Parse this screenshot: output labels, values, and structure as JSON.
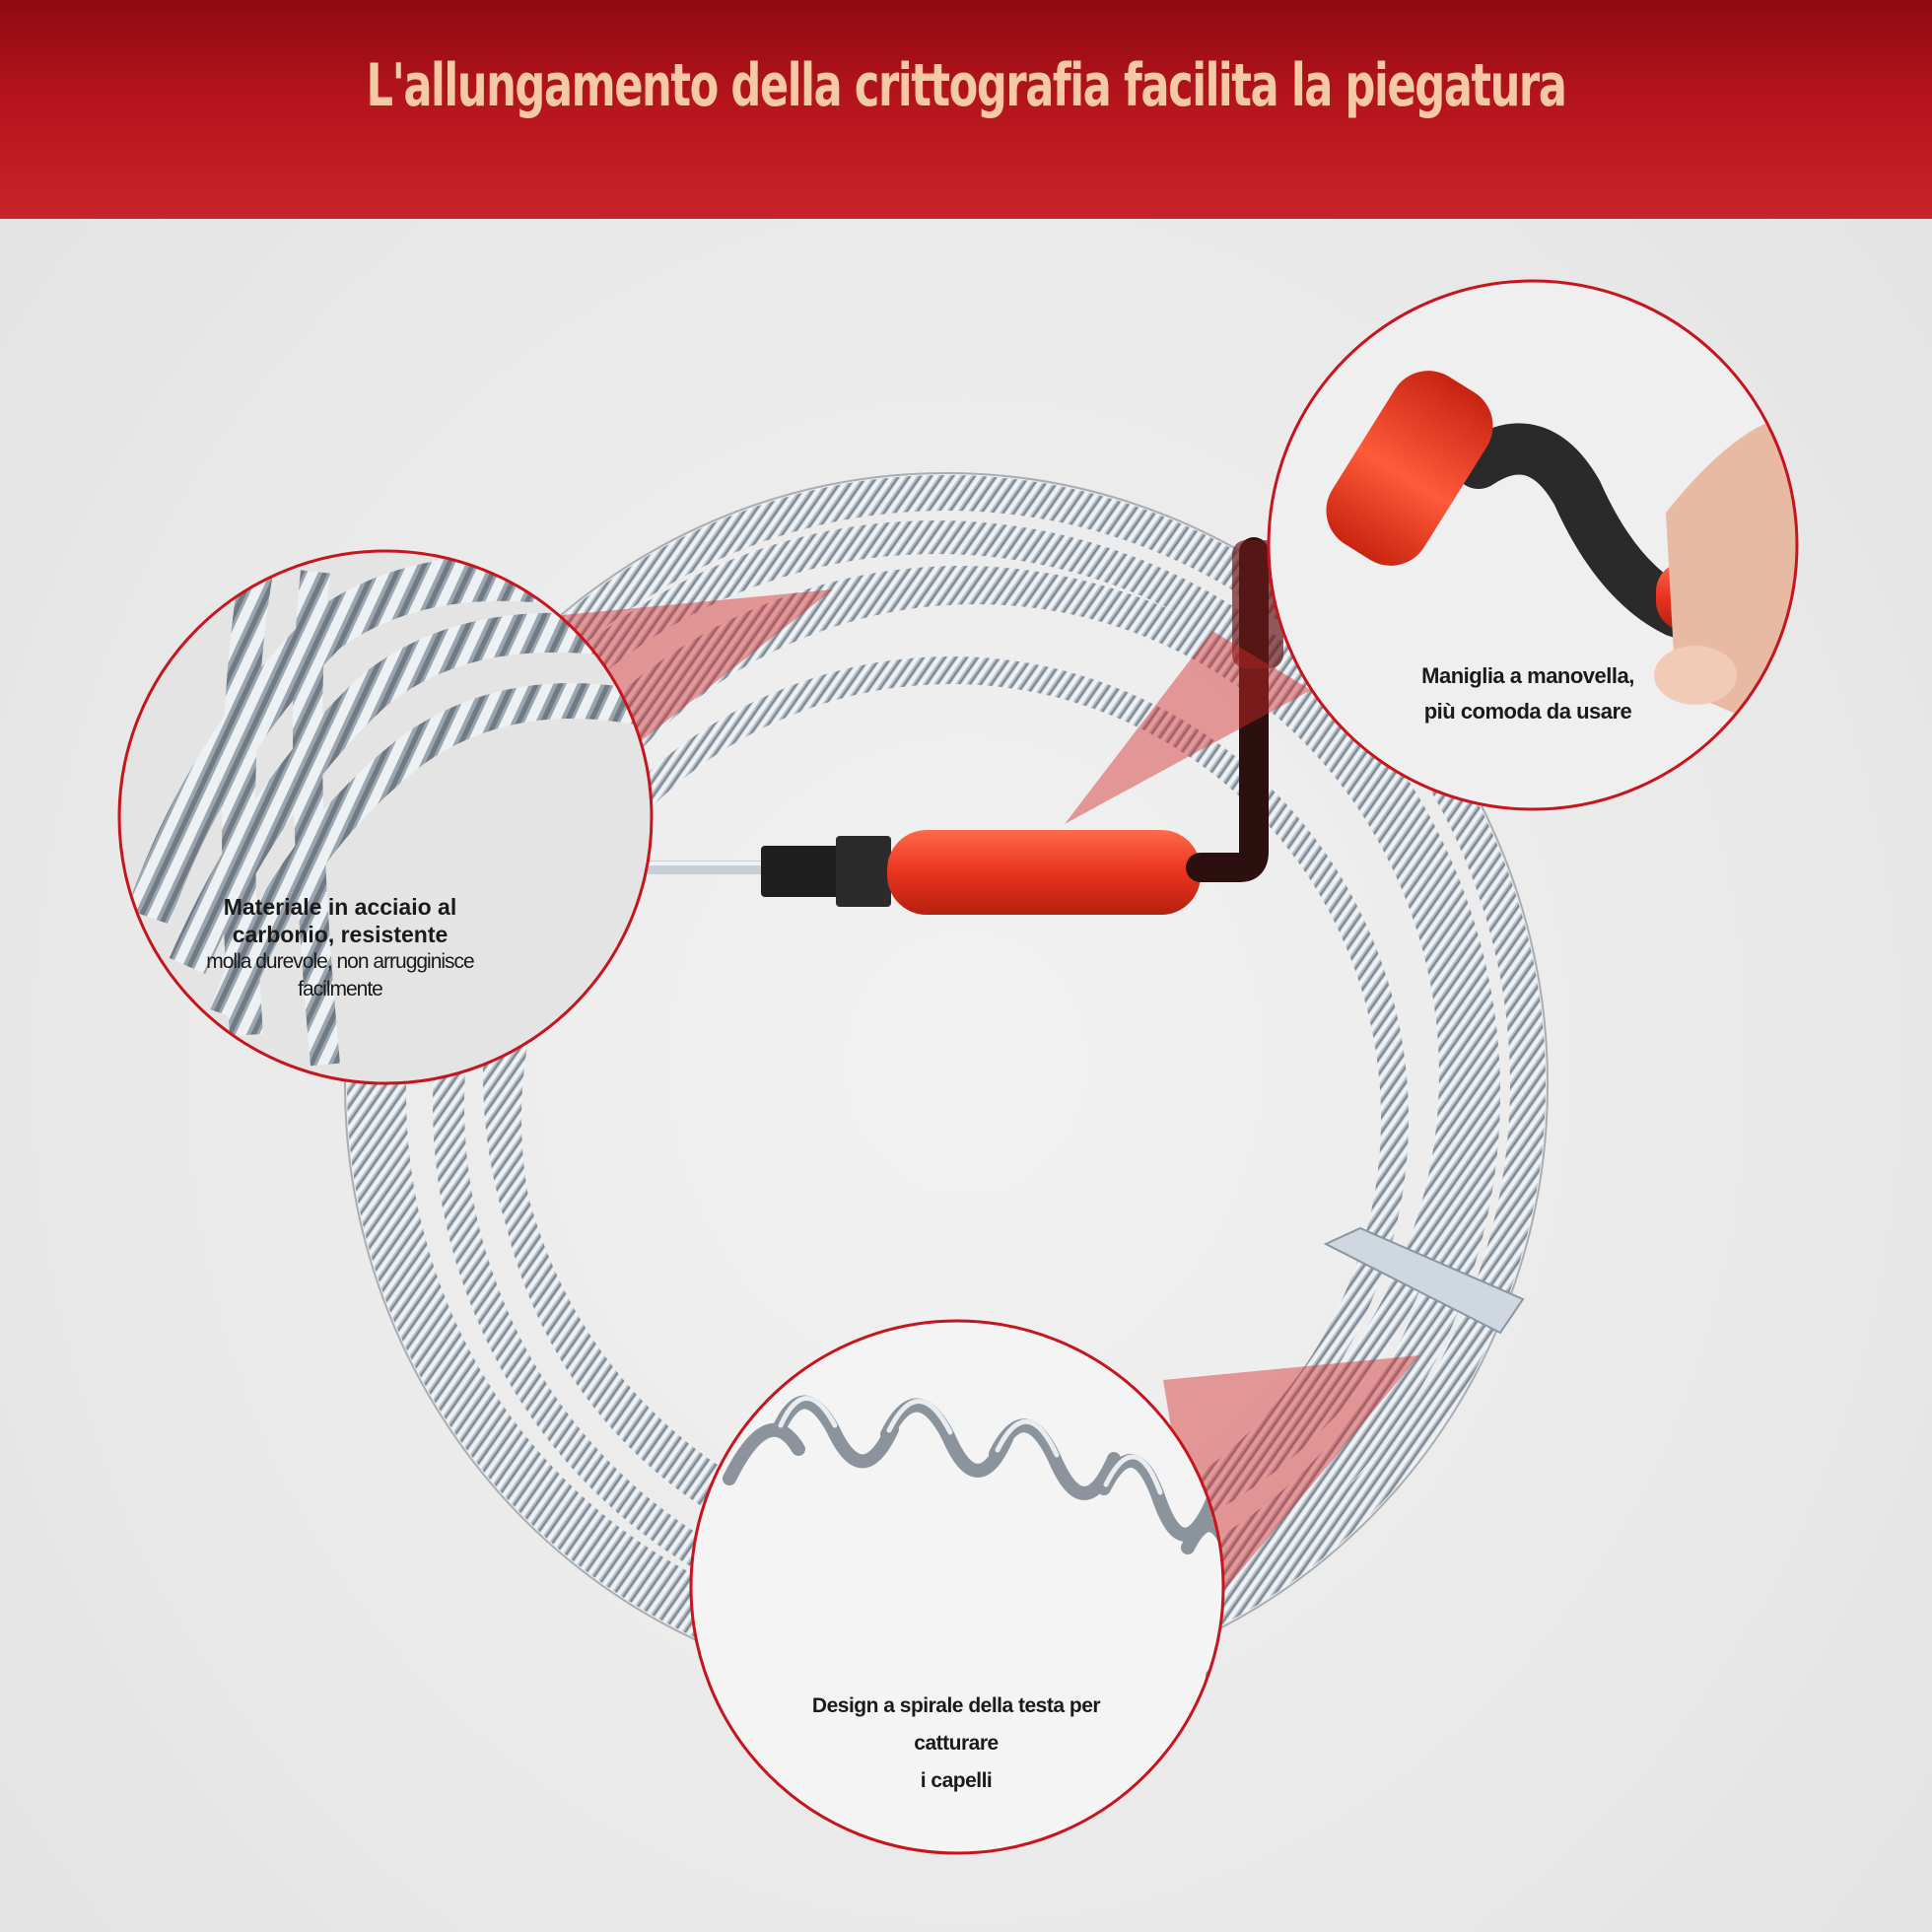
{
  "banner": {
    "title": "L'allungamento della crittografia facilita la piegatura"
  },
  "callouts": {
    "material": {
      "line1": "Materiale in acciaio al carbonio, resistente",
      "line2": "molla durevole, non arrugginisce facilmente"
    },
    "handle": {
      "line1": "Maniglia a manovella,",
      "line2": "più comoda da usare"
    },
    "head": {
      "line1": "Design a spirale della testa per catturare",
      "line2": "i capelli"
    }
  },
  "colors": {
    "banner": "#b5141c",
    "title_text": "#f5c9a6",
    "circle_border": "#c8141c",
    "handle_red": "#ea3b2a",
    "handle_black": "#2a2a2a",
    "spring_steel": "#a9b3bd"
  }
}
